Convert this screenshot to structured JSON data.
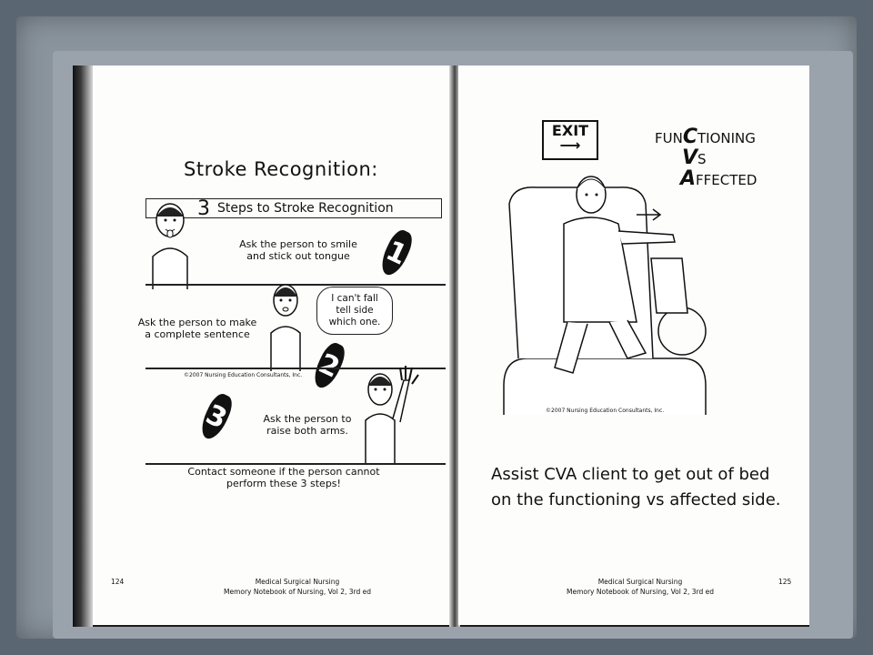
{
  "left_page": {
    "title": "Stroke Recognition:",
    "steps_number": "3",
    "steps_heading": "Steps to Stroke Recognition",
    "step1_text": "Ask the person to smile\nand stick out tongue",
    "step1_badge": "1",
    "speech_bubble": "I can't fall\ntell side\nwhich one.",
    "step2_text": "Ask the person to make\na complete sentence",
    "step2_badge": "2",
    "copyright": "©2007 Nursing Education Consultants, Inc.",
    "step3_badge": "3",
    "step3_text": "Ask the person to\nraise both arms.",
    "contact_text": "Contact someone if the person cannot\nperform these 3 steps!",
    "page_number": "124",
    "footer_line1": "Medical Surgical Nursing",
    "footer_line2": "Memory Notebook of Nursing, Vol 2, 3rd ed"
  },
  "right_page": {
    "exit_label": "EXIT",
    "cva_line1_prefix": "FUN",
    "cva_letter_c": "C",
    "cva_line1_suffix": "TIONING",
    "cva_letter_v": "V",
    "cva_line2_suffix": "S",
    "cva_letter_a": "A",
    "cva_line3_suffix": "FFECTED",
    "copyright": "©2007 Nursing Education Consultants, Inc.",
    "assist_text": "Assist CVA client to get out of bed\non the functioning vs affected side.",
    "page_number": "125",
    "footer_line1": "Medical Surgical Nursing",
    "footer_line2": "Memory Notebook of Nursing, Vol 2, 3rd ed"
  }
}
